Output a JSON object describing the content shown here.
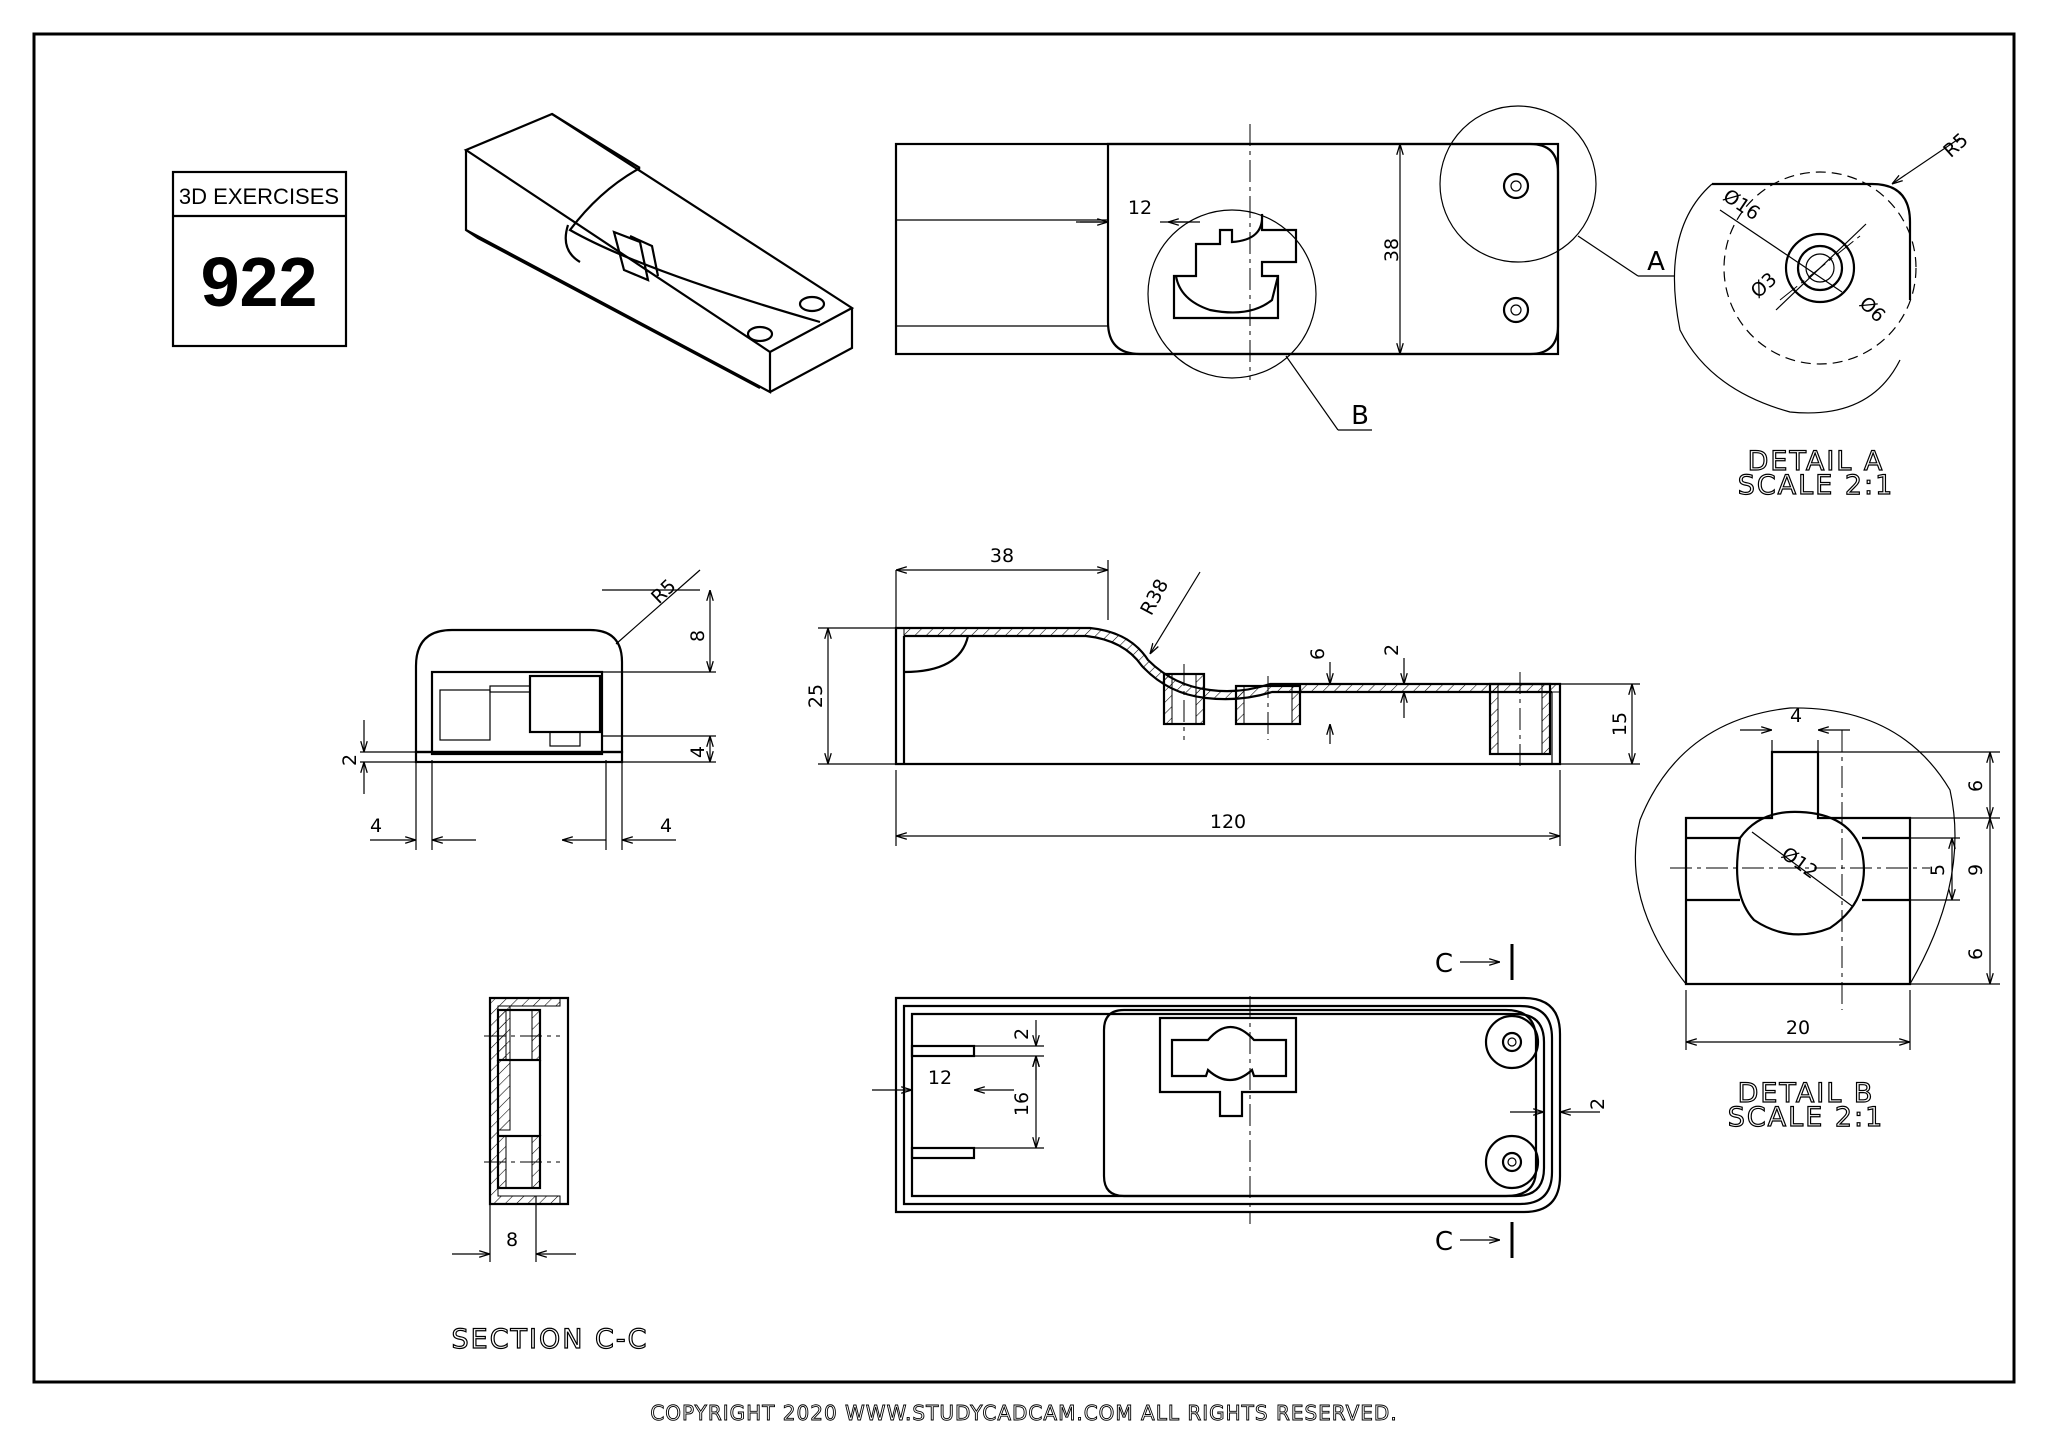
{
  "badge": {
    "title": "3D EXERCISES",
    "number": "922"
  },
  "labels": {
    "detail_a_callout": "A",
    "detail_b_callout": "B",
    "detail_a_title": "DETAIL A",
    "detail_a_scale": "SCALE 2:1",
    "detail_b_title": "DETAIL B",
    "detail_b_scale": "SCALE 2:1",
    "section_title": "SECTION C-C",
    "section_arrow_top": "C",
    "section_arrow_bottom": "C"
  },
  "dimensions": {
    "top_view": {
      "slot_width": "12",
      "height": "38"
    },
    "detail_a": {
      "radius": "R5",
      "dia_16": "Ø16",
      "dia_3": "Ø3",
      "dia_6": "Ø6"
    },
    "side_view": {
      "radius": "R5",
      "d8": "8",
      "d4": "4",
      "d2": "2",
      "left_4": "4",
      "right_4": "4"
    },
    "front_view": {
      "length_38": "38",
      "radius_38": "R38",
      "height_25": "25",
      "d6": "6",
      "d2": "2",
      "height_15": "15",
      "length_120": "120"
    },
    "detail_b": {
      "d4": "4",
      "dia_12": "Ø12",
      "d6_top": "6",
      "d5": "5",
      "d9": "9",
      "d6_bottom": "6",
      "width_20": "20"
    },
    "bottom_view": {
      "d2": "2",
      "d12": "12",
      "d16": "16",
      "d2_right": "2"
    },
    "section": {
      "d8": "8"
    }
  },
  "footer": {
    "copyright": "COPYRIGHT  2020 WWW.STUDYCADCAM.COM ALL RIGHTS RESERVED."
  }
}
